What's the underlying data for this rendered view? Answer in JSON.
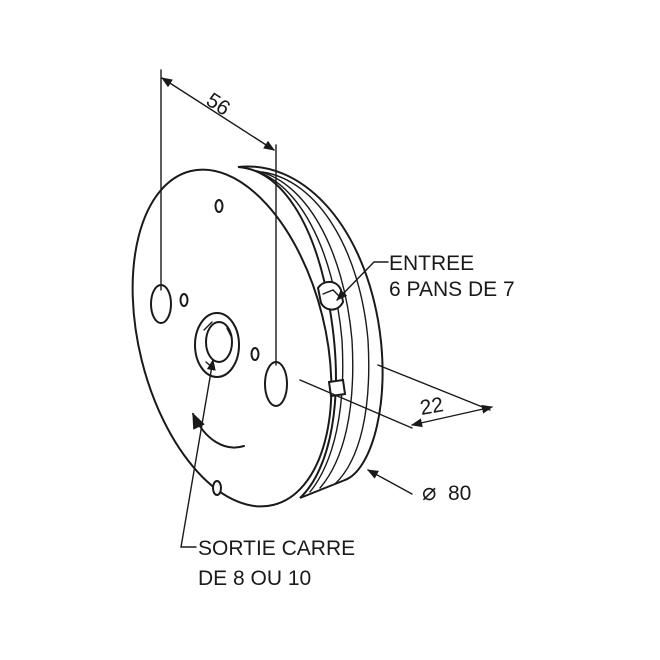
{
  "dimensions": {
    "height": "56",
    "depth": "22",
    "diameter_symbol": "⌀",
    "diameter": "80"
  },
  "labels": {
    "entree_line1": "ENTREE",
    "entree_line2": "6 PANS DE 7",
    "sortie_line1": "SORTIE CARRE",
    "sortie_line2": "DE 8 OU 10"
  }
}
